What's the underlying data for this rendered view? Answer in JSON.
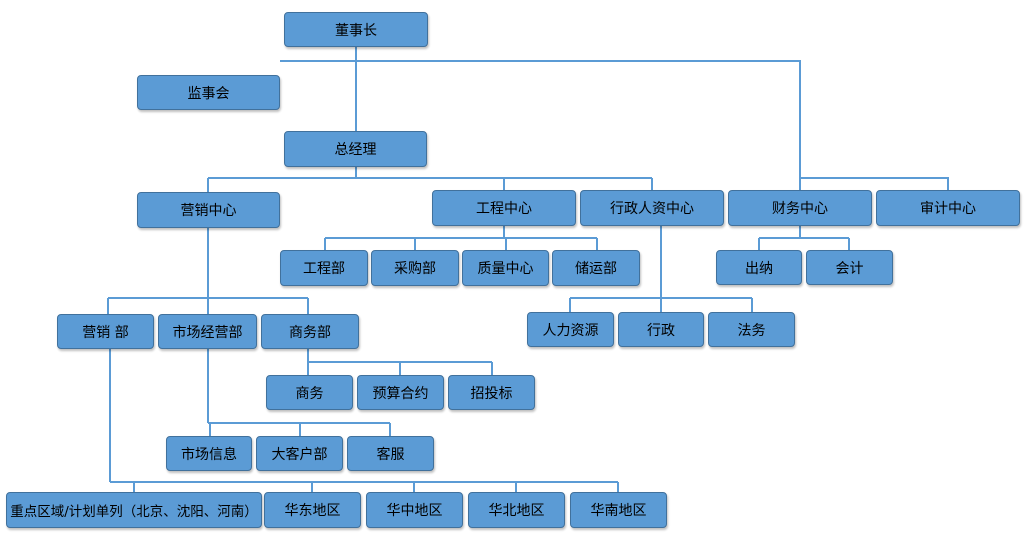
{
  "org_chart": {
    "chairman": "董事长",
    "supervisory_board": "监事会",
    "general_manager": "总经理",
    "marketing_center": "营销中心",
    "engineering_center": "工程中心",
    "admin_hr_center": "行政人资中心",
    "finance_center": "财务中心",
    "audit_center": "审计中心",
    "engineering_dept": "工程部",
    "procurement_dept": "采购部",
    "quality_center": "质量中心",
    "logistics_dept": "储运部",
    "cashier": "出纳",
    "accounting": "会计",
    "sales_dept": "营销 部",
    "market_ops_dept": "市场经营部",
    "business_dept": "商务部",
    "human_resources": "人力资源",
    "administration": "行政",
    "legal": "法务",
    "business": "商务",
    "budget_contracts": "预算合约",
    "bidding": "招投标",
    "market_info": "市场信息",
    "key_accounts": "大客户部",
    "customer_service": "客服",
    "key_regions": "重点区域/计划单列（北京、沈阳、河南）",
    "east_china": "华东地区",
    "central_china": "华中地区",
    "north_china": "华北地区",
    "south_china": "华南地区"
  }
}
